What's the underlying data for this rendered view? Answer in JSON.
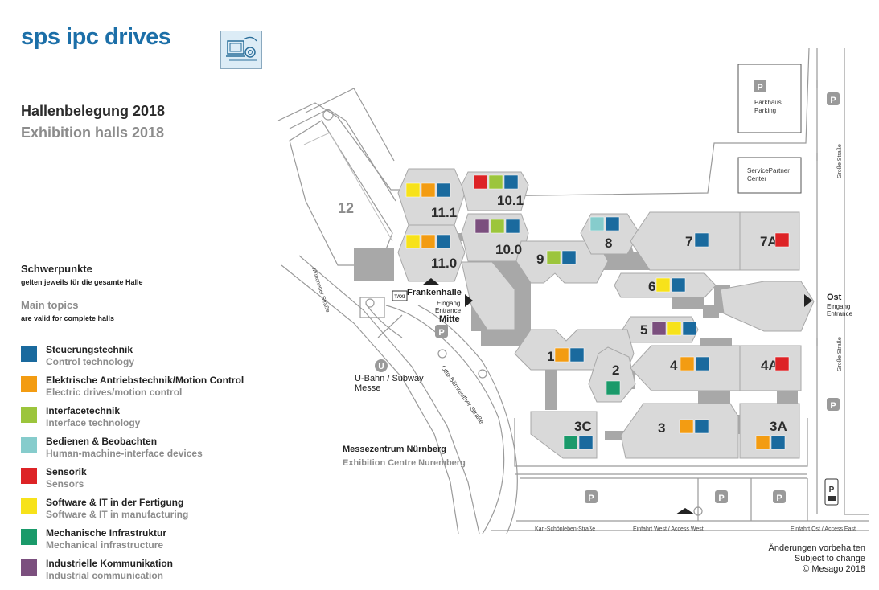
{
  "brand": {
    "name": "sps ipc drives"
  },
  "title": {
    "de": "Hallenbelegung 2018",
    "en": "Exhibition halls 2018"
  },
  "focus": {
    "de_title": "Schwerpunkte",
    "de_sub": "gelten jeweils für die gesamte Halle",
    "en_title": "Main topics",
    "en_sub": "are valid for complete halls"
  },
  "colors": {
    "control": "#1a6a9e",
    "drives": "#f39c12",
    "interface": "#9cc53c",
    "hmi": "#86cccc",
    "sensors": "#dd2326",
    "software": "#f7e21a",
    "mechanical": "#1a9a6a",
    "communication": "#7b4f7e"
  },
  "legend": [
    {
      "key": "control",
      "de": "Steuerungstechnik",
      "en": "Control technology"
    },
    {
      "key": "drives",
      "de": "Elektrische Antriebstechnik/Motion Control",
      "en": "Electric drives/motion control"
    },
    {
      "key": "interface",
      "de": "Interfacetechnik",
      "en": "Interface technology"
    },
    {
      "key": "hmi",
      "de": "Bedienen & Beobachten",
      "en": "Human-machine-interface devices"
    },
    {
      "key": "sensors",
      "de": "Sensorik",
      "en": "Sensors"
    },
    {
      "key": "software",
      "de": "Software & IT in der Fertigung",
      "en": "Software & IT in manufacturing"
    },
    {
      "key": "mechanical",
      "de": "Mechanische Infrastruktur",
      "en": "Mechanical infrastructure"
    },
    {
      "key": "communication",
      "de": "Industrielle Kommunikation",
      "en": "Industrial communication"
    }
  ],
  "halls": [
    {
      "id": "12",
      "label": "12",
      "topics": []
    },
    {
      "id": "11.1",
      "label": "11.1",
      "topics": [
        "software",
        "drives",
        "control"
      ]
    },
    {
      "id": "11.0",
      "label": "11.0",
      "topics": [
        "software",
        "drives",
        "control"
      ]
    },
    {
      "id": "10.1",
      "label": "10.1",
      "topics": [
        "sensors",
        "interface",
        "control"
      ]
    },
    {
      "id": "10.0",
      "label": "10.0",
      "topics": [
        "communication",
        "interface",
        "control"
      ]
    },
    {
      "id": "9",
      "label": "9",
      "topics": [
        "interface",
        "control"
      ]
    },
    {
      "id": "8",
      "label": "8",
      "topics": [
        "hmi",
        "control"
      ]
    },
    {
      "id": "7",
      "label": "7",
      "topics": [
        "control"
      ]
    },
    {
      "id": "7A",
      "label": "7A",
      "topics": [
        "sensors"
      ]
    },
    {
      "id": "6",
      "label": "6",
      "topics": [
        "software",
        "control"
      ]
    },
    {
      "id": "5",
      "label": "5",
      "topics": [
        "communication",
        "software",
        "control"
      ]
    },
    {
      "id": "4",
      "label": "4",
      "topics": [
        "drives",
        "control"
      ]
    },
    {
      "id": "4A",
      "label": "4A",
      "topics": [
        "sensors"
      ]
    },
    {
      "id": "1",
      "label": "1",
      "topics": [
        "drives",
        "control"
      ]
    },
    {
      "id": "2",
      "label": "2",
      "topics": [
        "mechanical"
      ]
    },
    {
      "id": "3C",
      "label": "3C",
      "topics": [
        "mechanical",
        "control"
      ]
    },
    {
      "id": "3",
      "label": "3",
      "topics": [
        "drives",
        "control"
      ]
    },
    {
      "id": "3A",
      "label": "3A",
      "topics": [
        "drives",
        "control"
      ]
    }
  ],
  "places": {
    "parking_garage": {
      "de": "Parkhaus",
      "en": "Parking"
    },
    "service_partner": {
      "line1": "ServicePartner",
      "line2": "Center"
    },
    "frankenhalle": "Frankenhalle",
    "entrance_mitte": {
      "de": "Eingang",
      "en": "Entrance",
      "name": "Mitte"
    },
    "entrance_ost": {
      "name": "Ost",
      "de": "Eingang",
      "en": "Entrance"
    },
    "subway": {
      "line1": "U-Bahn / Subway",
      "line2": "Messe",
      "symbol": "U"
    },
    "taxi": "TAXI",
    "parking_symbol": "P",
    "venue": {
      "de": "Messezentrum Nürnberg",
      "en": "Exhibition Centre Nuremberg"
    }
  },
  "streets": {
    "muenchener": "Münchener Straße",
    "otto_baerenreuther": "Otto-Bärnreuther-Straße",
    "grosse_top": "Große Straße",
    "grosse_bottom": "Große Straße",
    "karl": "Karl-Schönleben-Straße",
    "einfahrt_west": "Einfahrt West / Access West",
    "einfahrt_ost": "Einfahrt Ost / Access East"
  },
  "notes": {
    "de": "Änderungen vorbehalten",
    "en": "Subject to change",
    "copyright": "© Mesago 2018"
  }
}
